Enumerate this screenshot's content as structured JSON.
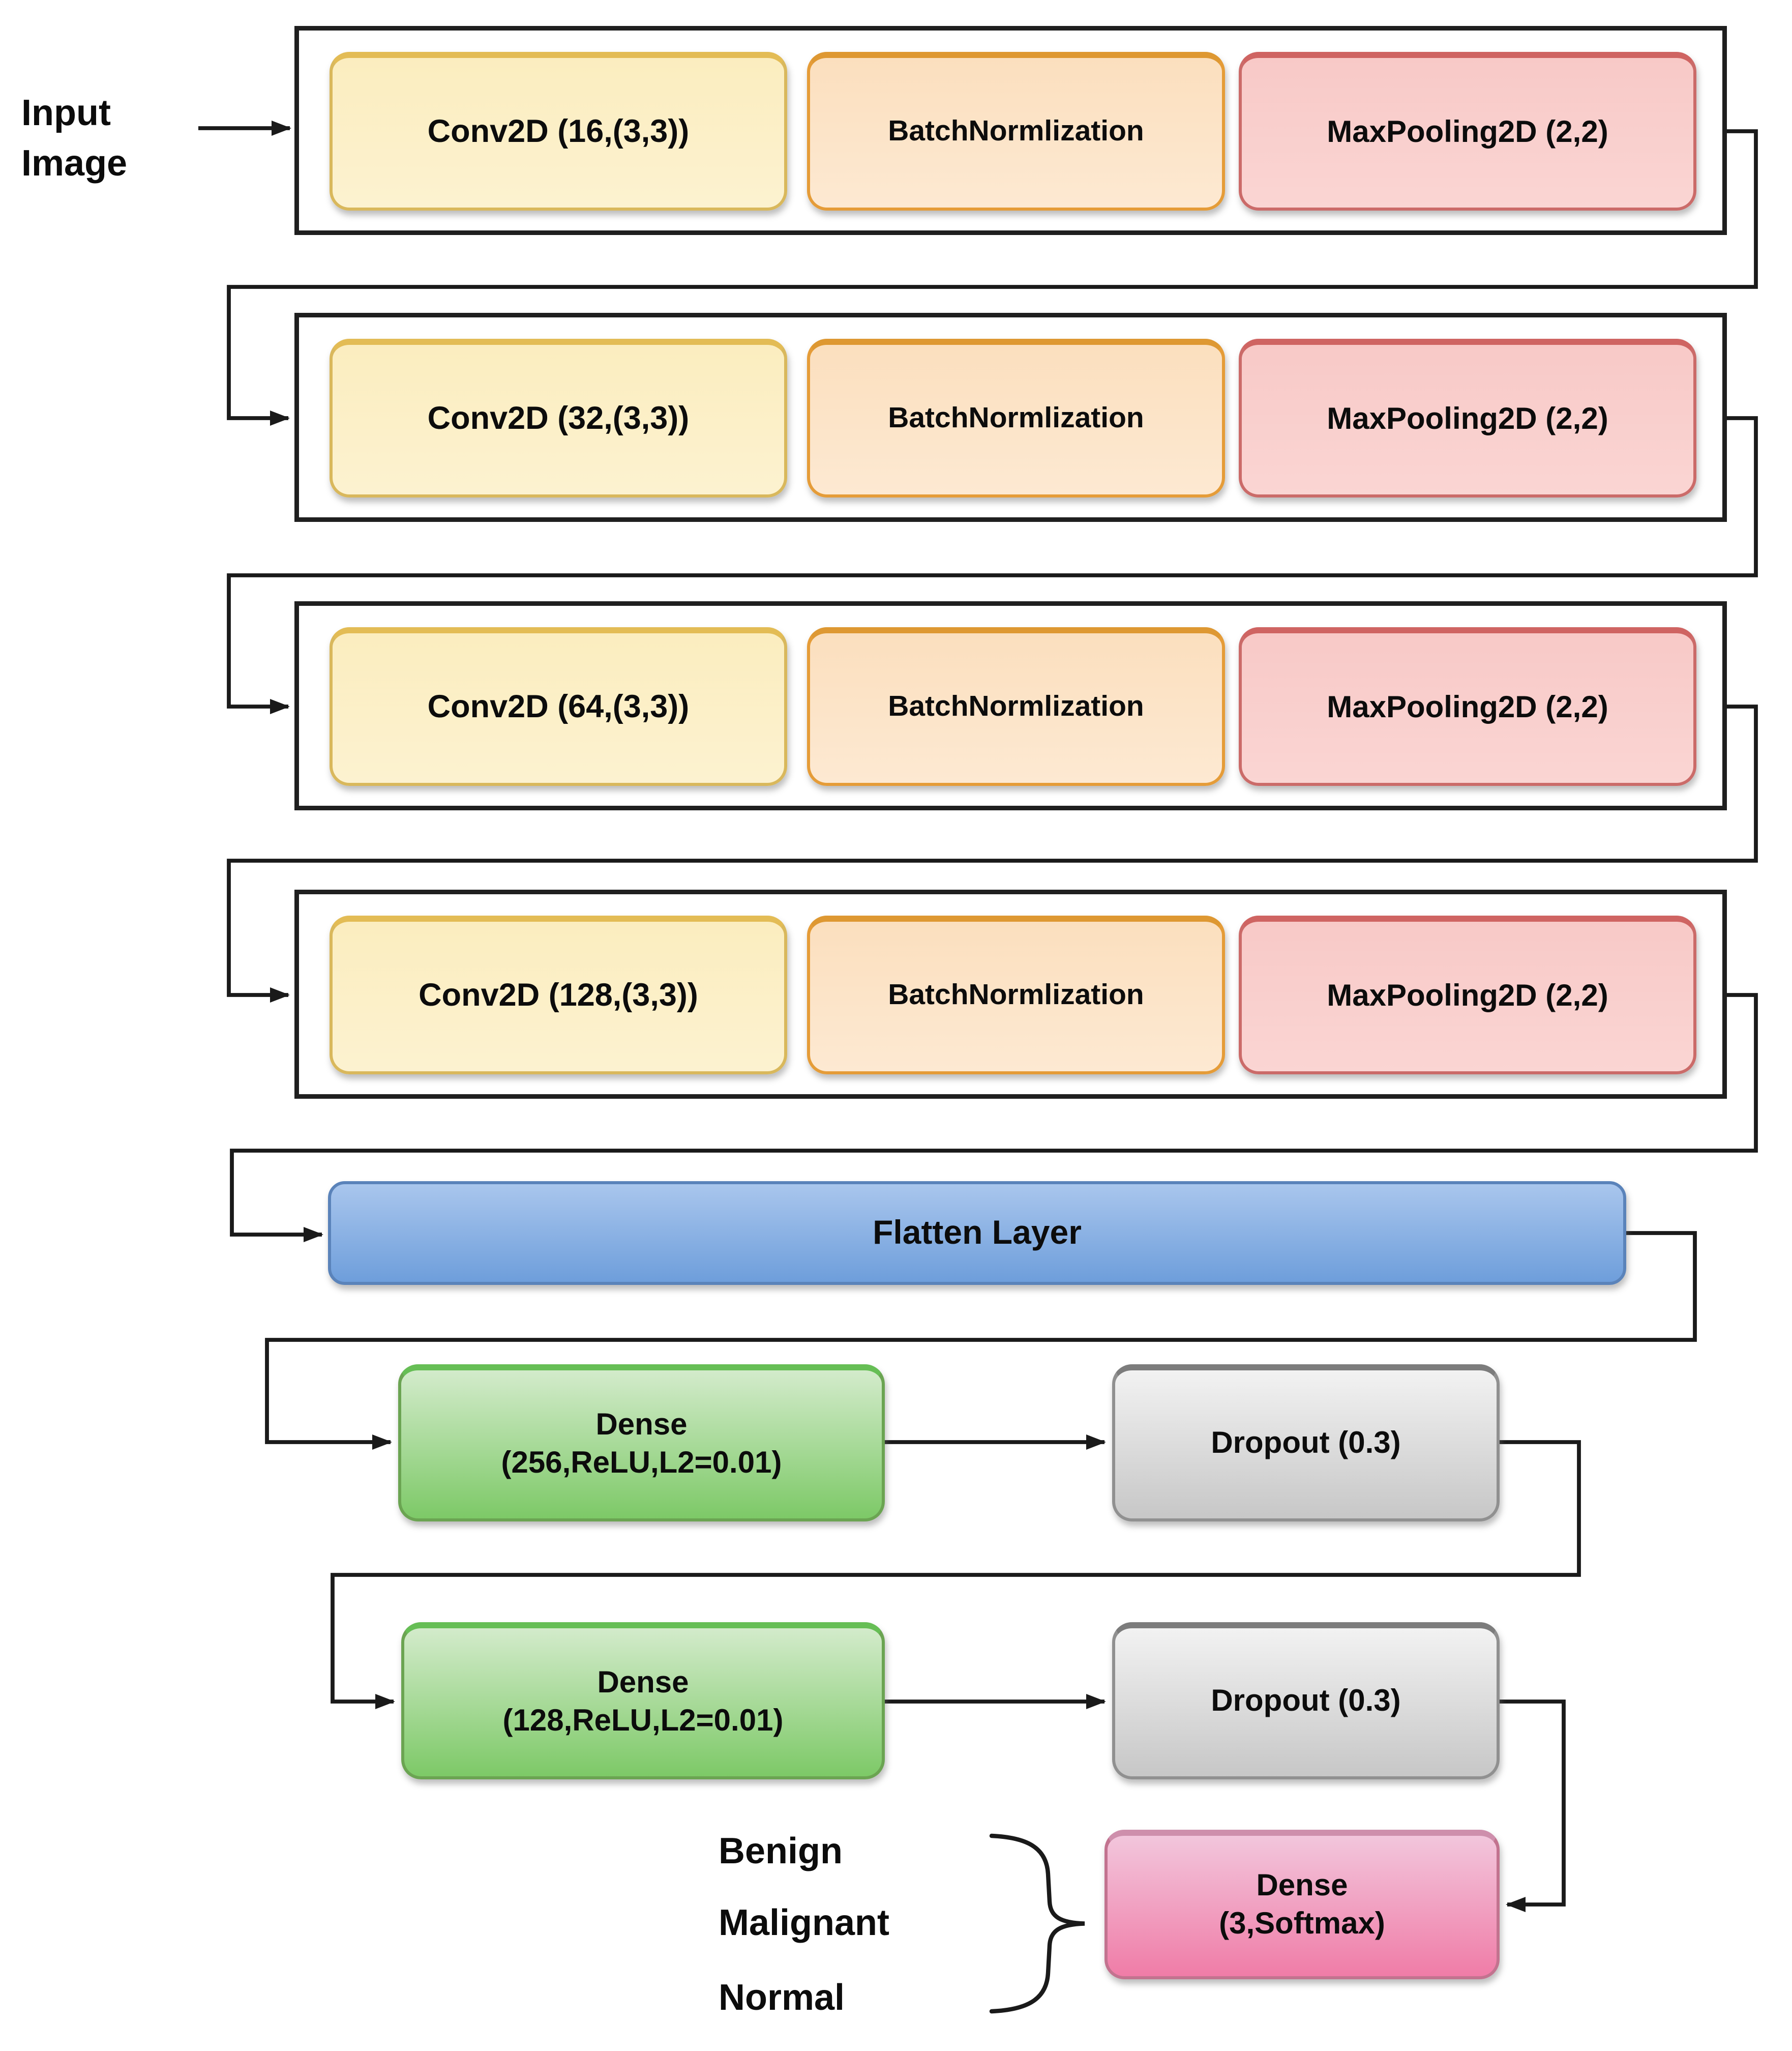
{
  "input_label": {
    "line1": "Input",
    "line2": "Image"
  },
  "conv_blocks": [
    {
      "conv": "Conv2D (16,(3,3))",
      "batchnorm": "BatchNormlization",
      "maxpool": "MaxPooling2D (2,2)"
    },
    {
      "conv": "Conv2D (32,(3,3))",
      "batchnorm": "BatchNormlization",
      "maxpool": "MaxPooling2D (2,2)"
    },
    {
      "conv": "Conv2D (64,(3,3))",
      "batchnorm": "BatchNormlization",
      "maxpool": "MaxPooling2D (2,2)"
    },
    {
      "conv": "Conv2D (128,(3,3))",
      "batchnorm": "BatchNormlization",
      "maxpool": "MaxPooling2D (2,2)"
    }
  ],
  "flatten": {
    "label": "Flatten Layer"
  },
  "dense_blocks": [
    {
      "dense_line1": "Dense",
      "dense_line2": "(256,ReLU,L2=0.01)",
      "dropout": "Dropout (0.3)"
    },
    {
      "dense_line1": "Dense",
      "dense_line2": "(128,ReLU,L2=0.01)",
      "dropout": "Dropout (0.3)"
    }
  ],
  "output_block": {
    "line1": "Dense",
    "line2": "(3,Softmax)"
  },
  "output_classes": [
    "Benign",
    "Malignant",
    "Normal"
  ],
  "colors": {
    "conv_fill": "#FCF0CB",
    "conv_border": "#D9B85C",
    "batchnorm_fill": "#FCE4C8",
    "batchnorm_border": "#E59C38",
    "maxpool_fill": "#F9CECC",
    "maxpool_border": "#CB6B69",
    "flatten_fill_top": "#A9C6ED",
    "flatten_fill_bottom": "#6E9EDB",
    "flatten_border": "#5A83BA",
    "dense_fill_top": "#D3EBCB",
    "dense_fill_bottom": "#7DC967",
    "dense_border": "#6BA452",
    "dropout_fill_top": "#F2F2F2",
    "dropout_fill_bottom": "#C7C7C7",
    "dropout_border": "#909090",
    "output_fill_top": "#F2C6DC",
    "output_fill_bottom": "#F07CA7",
    "output_border": "#C2738F",
    "frame_border": "#1F1F1F",
    "connector": "#1A1A1A",
    "text": "#0C0C0C"
  }
}
